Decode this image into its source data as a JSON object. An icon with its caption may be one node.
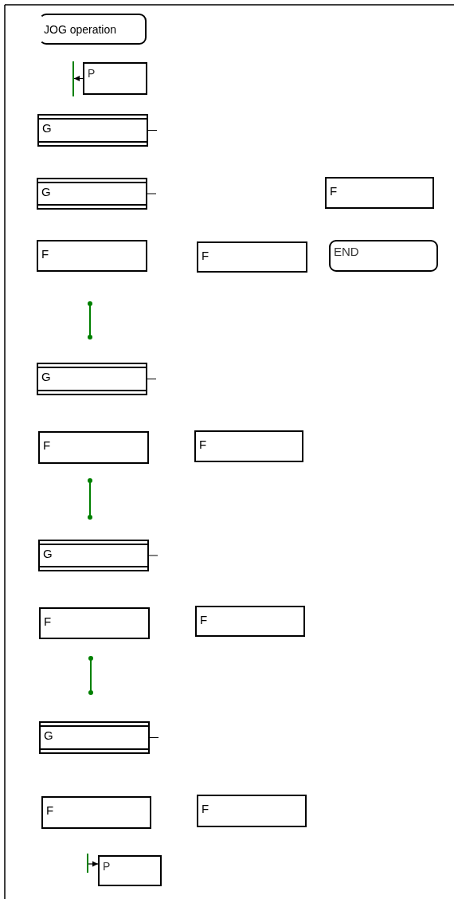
{
  "diagram": {
    "nodes": [
      {
        "text": [
          "JOG operation"
        ]
      },
      {
        "text": [],
        "shape": "bar"
      },
      {
        "text": [
          "P"
        ]
      },
      {
        "text": [
          "G"
        ]
      },
      {
        "text": [
          "G"
        ]
      },
      {
        "text": [
          "F"
        ]
      },
      {
        "text": [
          "F"
        ]
      },
      {
        "text": [
          "F"
        ]
      },
      {
        "text": [
          "END"
        ]
      },
      {
        "text": [
          "G"
        ]
      },
      {
        "text": [
          "F"
        ]
      },
      {
        "text": [
          "F"
        ]
      },
      {
        "text": [
          "G"
        ]
      },
      {
        "text": [
          "F"
        ]
      },
      {
        "text": [
          "F"
        ]
      },
      {
        "text": [
          "G"
        ]
      },
      {
        "text": [
          "F"
        ]
      },
      {
        "text": [
          "F"
        ]
      },
      {
        "text": [],
        "shape": "bar"
      },
      {
        "text": [
          "P"
        ]
      }
    ],
    "edges": [
      {
        "from": 2,
        "to": 1,
        "arrow": "to"
      },
      {
        "from": 18,
        "to": 19,
        "arrow": "to"
      }
    ]
  }
}
